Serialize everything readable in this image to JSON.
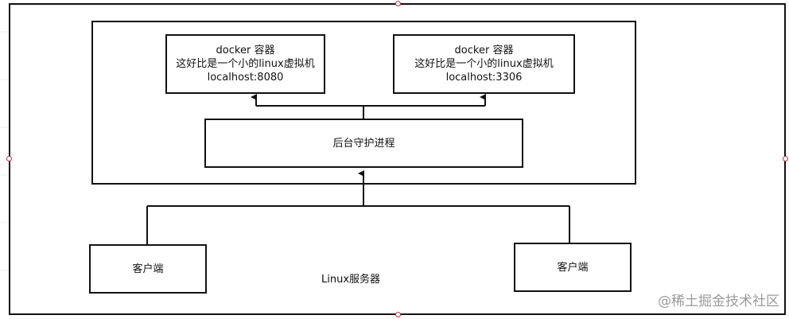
{
  "diagram": {
    "server_label": "Linux服务器",
    "container_left": {
      "title": "docker 容器",
      "desc": "这好比是一个小的linux虚拟机",
      "host": "localhost:8080"
    },
    "container_right": {
      "title": "docker 容器",
      "desc": "这好比是一个小的linux虚拟机",
      "host": "localhost:3306"
    },
    "daemon": "后台守护进程",
    "client_left": "客户端",
    "client_right": "客户端"
  },
  "watermark": "@稀土掘金技术社区"
}
